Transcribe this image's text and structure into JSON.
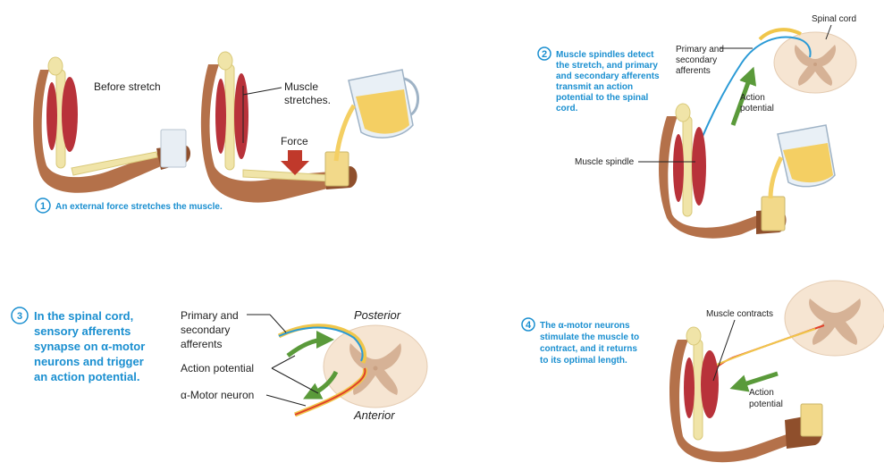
{
  "panel1": {
    "before_stretch": "Before stretch",
    "muscle_stretches": [
      "Muscle",
      "stretches."
    ],
    "force": "Force",
    "step_number": "1",
    "step_text": "An external force stretches the muscle."
  },
  "panel2": {
    "step_number": "2",
    "step_text": [
      "Muscle spindles detect",
      "the stretch, and primary",
      "and secondary afferents",
      "transmit an action",
      "potential to the spinal",
      "cord."
    ],
    "spinal_cord": "Spinal cord",
    "primary_secondary": [
      "Primary and",
      "secondary",
      "afferents"
    ],
    "action_potential": [
      "Action",
      "potential"
    ],
    "muscle_spindle": "Muscle spindle"
  },
  "panel3": {
    "step_number": "3",
    "step_text": [
      "In the spinal cord,",
      "sensory afferents",
      "synapse on α-motor",
      "neurons and trigger",
      "an action potential."
    ],
    "primary_secondary": [
      "Primary and",
      "secondary",
      "afferents"
    ],
    "action_potential": "Action potential",
    "alpha_motor": "α-Motor neuron",
    "posterior": "Posterior",
    "anterior": "Anterior"
  },
  "panel4": {
    "step_number": "4",
    "step_text": [
      "The α-motor neurons",
      "stimulate the muscle to",
      "contract, and it returns",
      "to its optimal length."
    ],
    "muscle_contracts": "Muscle contracts",
    "action_potential": [
      "Action",
      "potential"
    ]
  },
  "colors": {
    "step_blue": "#1a8fd0",
    "afferent_blue": "#2a9ad6",
    "motor_red": "#e0412a",
    "arrow_green": "#5a9a3a",
    "force_red": "#c0392b"
  }
}
